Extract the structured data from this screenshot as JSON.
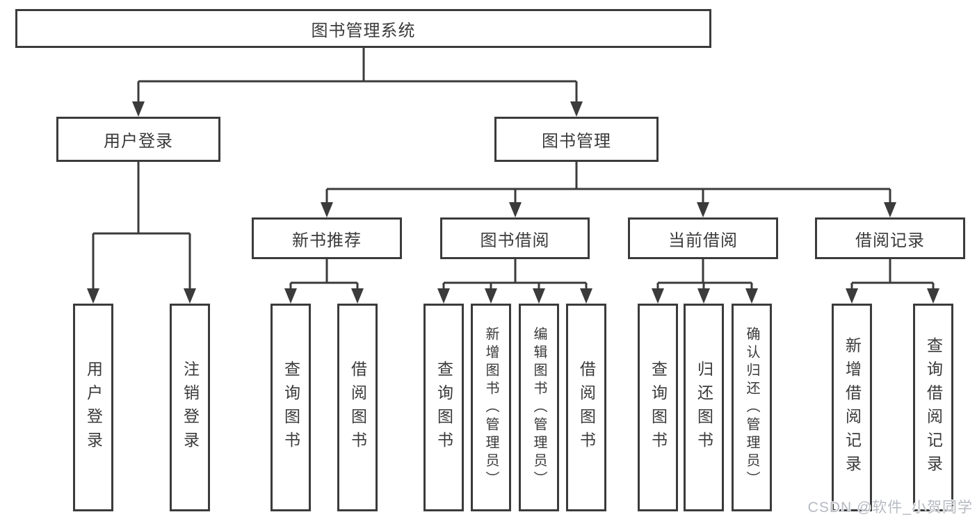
{
  "diagram": {
    "root": {
      "label": "图书管理系统"
    },
    "level2": [
      {
        "label": "用户登录"
      },
      {
        "label": "图书管理"
      }
    ],
    "level3": [
      {
        "label": "新书推荐"
      },
      {
        "label": "图书借阅"
      },
      {
        "label": "当前借阅"
      },
      {
        "label": "借阅记录"
      }
    ],
    "leaves": {
      "login": [
        "用户登录",
        "注销登录"
      ],
      "recommend": [
        "查询图书",
        "借阅图书"
      ],
      "borrow": [
        "查询图书",
        "新增图书（管理员）",
        "编辑图书（管理员）",
        "借阅图书"
      ],
      "current": [
        "查询图书",
        "归还图书",
        "确认归还（管理员）"
      ],
      "records": [
        "新增借阅记录",
        "查询借阅记录"
      ]
    }
  },
  "watermark": "CSDN @软件_小贺同学",
  "colors": {
    "line": "#3b3b3b",
    "text": "#3a3a3a",
    "background": "#ffffff",
    "watermark": "#b6bac2"
  }
}
